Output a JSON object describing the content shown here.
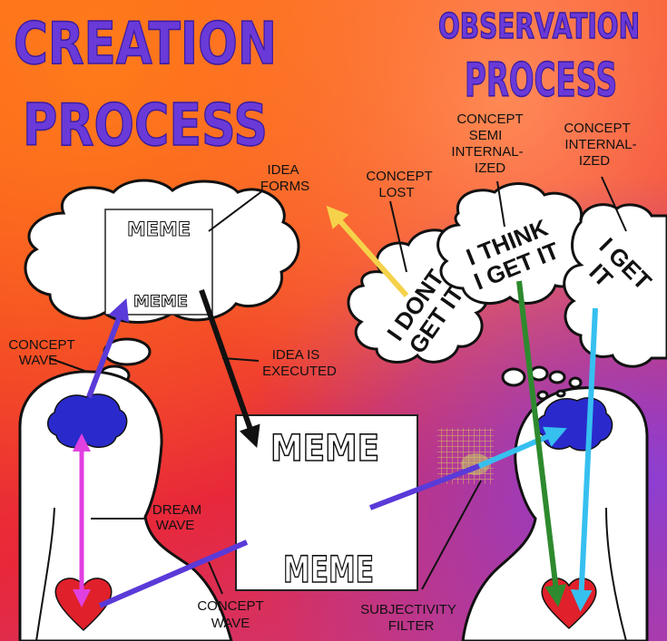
{
  "titles": {
    "creation_line1": "CREATION",
    "creation_line2": "PROCESS",
    "observation_line1": "OBSERVATION",
    "observation_line2": "PROCESS"
  },
  "memes": {
    "cloud_top": "MEME",
    "cloud_bottom": "MEME",
    "card_top": "MEME",
    "card_bottom": "MEME"
  },
  "labels": {
    "idea_forms_1": "IDEA",
    "idea_forms_2": "FORMS",
    "idea_executed_1": "IDEA IS",
    "idea_executed_2": "EXECUTED",
    "concept_wave_left_1": "CONCEPT",
    "concept_wave_left_2": "WAVE",
    "dream_wave_1": "DREAM",
    "dream_wave_2": "WAVE",
    "concept_wave_bottom_1": "CONCEPT",
    "concept_wave_bottom_2": "WAVE",
    "subjectivity_1": "SUBJECTIVITY",
    "subjectivity_2": "FILTER",
    "concept_lost_1": "CONCEPT",
    "concept_lost_2": "LOST",
    "semi_1": "CONCEPT",
    "semi_2": "SEMI",
    "semi_3": "INTERNAL-",
    "semi_4": "IZED",
    "internalized_1": "CONCEPT",
    "internalized_2": "INTERNAL-",
    "internalized_3": "IZED"
  },
  "clouds": {
    "dont_1": "I DONT",
    "dont_2": "GET IT",
    "think_1": "I THINK",
    "think_2": "I GET IT",
    "get_1": "I GET",
    "get_2": "IT"
  },
  "colors": {
    "title": "#6a3ad8",
    "brain": "#2a2acc",
    "heart": "#e0202a",
    "arrow_purple": "#5a3ad8",
    "arrow_pink": "#e040e0",
    "arrow_yellow": "#f5d24a",
    "arrow_green": "#2e8a2e",
    "arrow_cyan": "#36c0f0"
  }
}
